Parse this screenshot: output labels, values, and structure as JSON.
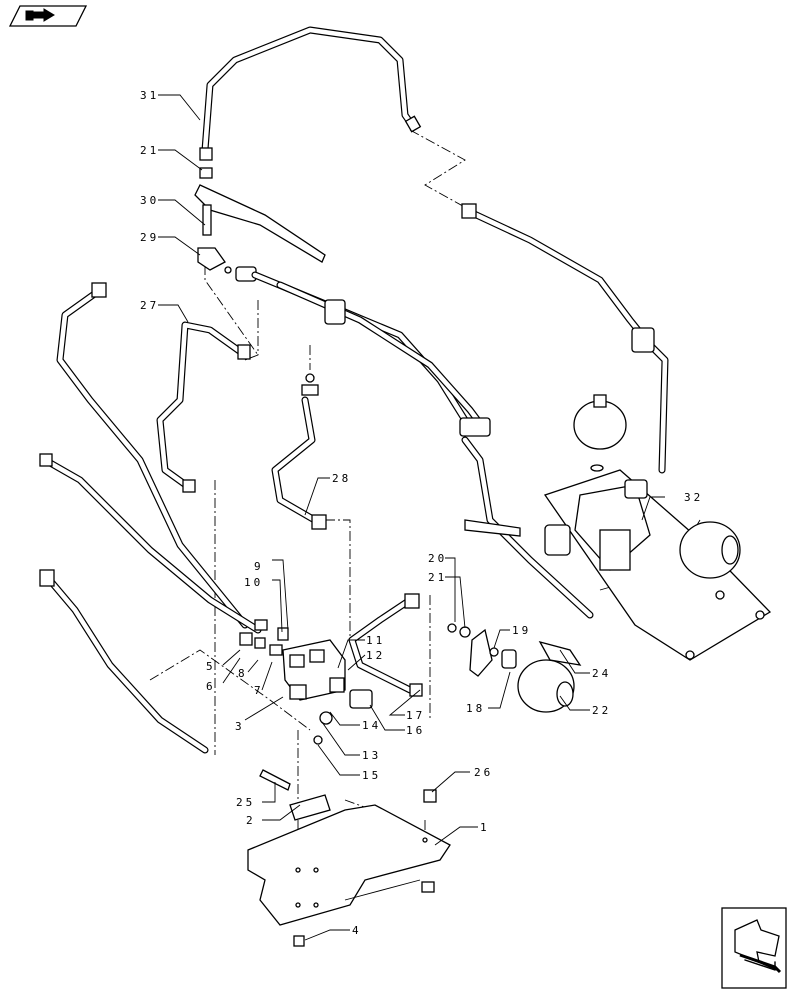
{
  "diagram": {
    "nav_icons": [
      {
        "name": "parts-catalog-icon"
      },
      {
        "name": "return-arrow-icon"
      }
    ],
    "callouts": [
      "1",
      "2",
      "3",
      "4",
      "5",
      "6",
      "7",
      "8",
      "9",
      "10",
      "11",
      "12",
      "13",
      "14",
      "15",
      "16",
      "17",
      "18",
      "19",
      "20",
      "21",
      "22",
      "24",
      "25",
      "26",
      "27",
      "28",
      "29",
      "30",
      "31",
      "32"
    ]
  }
}
